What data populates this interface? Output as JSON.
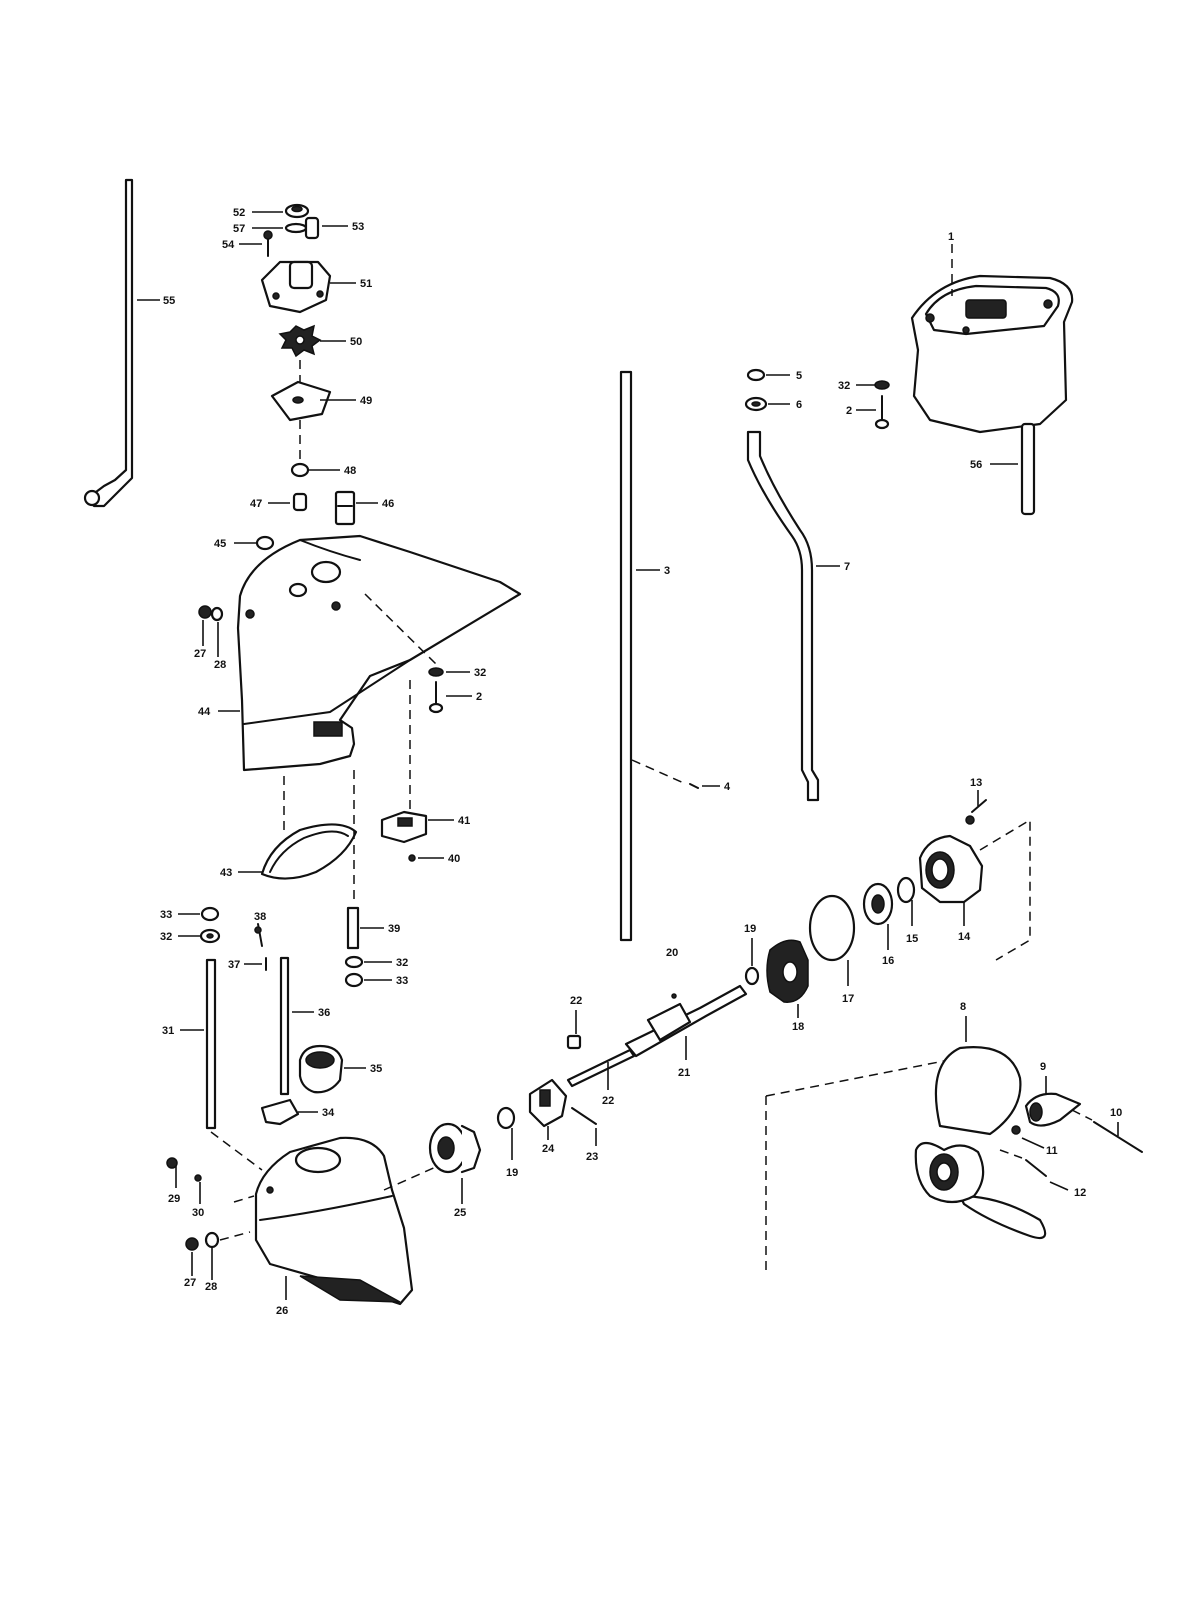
{
  "diagram": {
    "callouts": {
      "c1": "1",
      "c2a": "2",
      "c2b": "2",
      "c3": "3",
      "c4": "4",
      "c5": "5",
      "c6": "6",
      "c7": "7",
      "c8": "8",
      "c9": "9",
      "c10": "10",
      "c11": "11",
      "c12": "12",
      "c13": "13",
      "c14": "14",
      "c15": "15",
      "c16": "16",
      "c17": "17",
      "c18": "18",
      "c19a": "19",
      "c19b": "19",
      "c20": "20",
      "c21": "21",
      "c22a": "22",
      "c22b": "22",
      "c23": "23",
      "c24": "24",
      "c25": "25",
      "c26": "26",
      "c27a": "27",
      "c27b": "27",
      "c28a": "28",
      "c28b": "28",
      "c29": "29",
      "c30": "30",
      "c31": "31",
      "c32a": "32",
      "c32b": "32",
      "c32c": "32",
      "c32d": "32",
      "c33a": "33",
      "c33b": "33",
      "c34": "34",
      "c35": "35",
      "c36": "36",
      "c37": "37",
      "c38": "38",
      "c39": "39",
      "c40": "40",
      "c41": "41",
      "c43": "43",
      "c44": "44",
      "c45": "45",
      "c46": "46",
      "c47": "47",
      "c48": "48",
      "c49": "49",
      "c50": "50",
      "c51": "51",
      "c52": "52",
      "c53": "53",
      "c54": "54",
      "c55": "55",
      "c56": "56",
      "c57": "57"
    }
  }
}
